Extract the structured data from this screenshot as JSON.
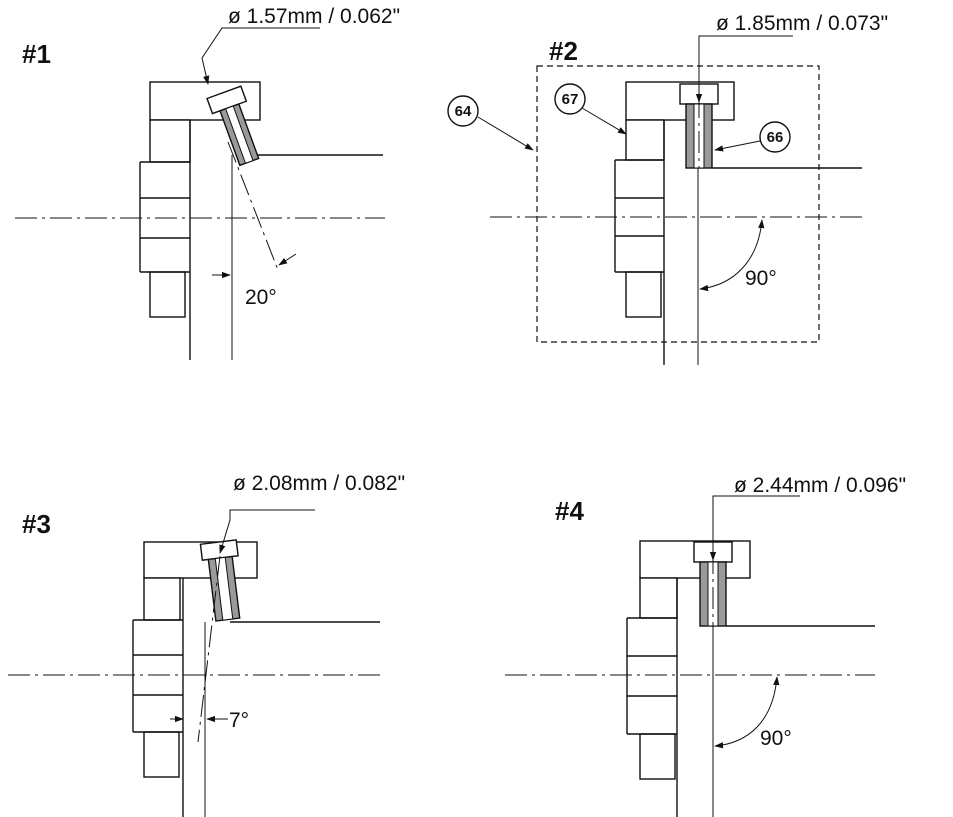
{
  "variants": [
    {
      "label": "#1",
      "diameter": "ø 1.57mm / 0.062\"",
      "angle": "20°"
    },
    {
      "label": "#2",
      "diameter": "ø 1.85mm / 0.073\"",
      "angle": "90°",
      "callouts": [
        "64",
        "67",
        "66"
      ]
    },
    {
      "label": "#3",
      "diameter": "ø 2.08mm / 0.082\"",
      "angle": "7°"
    },
    {
      "label": "#4",
      "diameter": "ø 2.44mm / 0.096\"",
      "angle": "90°"
    }
  ]
}
